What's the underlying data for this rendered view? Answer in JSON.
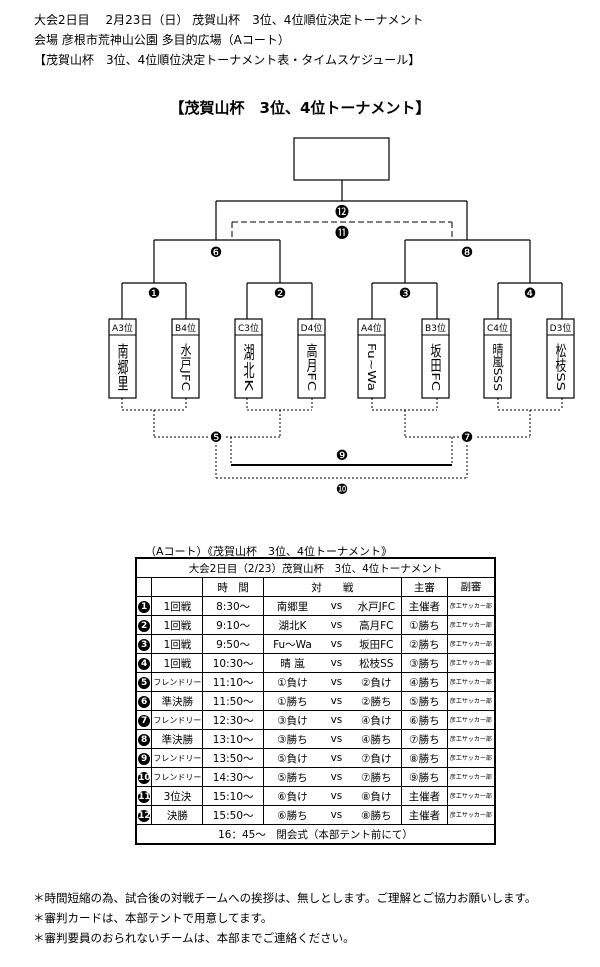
{
  "header": {
    "line1": "大会2日目　 2月23日（日）  茂賀山杯　3位、4位順位決定トーナメント",
    "line2": "会場  彦根市荒神山公園 多目的広場（Aコート）",
    "line3": "【茂賀山杯　3位、4位順位決定トーナメント表・タイムスケジュール】"
  },
  "bracket": {
    "title": "【茂賀山杯　3位、4位トーナメント】",
    "teams": [
      {
        "seed": "A3位",
        "name": "南郷里"
      },
      {
        "seed": "B4位",
        "name": "水戸JFC"
      },
      {
        "seed": "C3位",
        "name": "湖北K"
      },
      {
        "seed": "D4位",
        "name": "高月FC"
      },
      {
        "seed": "A4位",
        "name": "Fu~Wa"
      },
      {
        "seed": "B3位",
        "name": "坂田FC"
      },
      {
        "seed": "C4位",
        "name": "晴嵐SSS"
      },
      {
        "seed": "D3位",
        "name": "松枝SS"
      }
    ],
    "match_numbers": {
      "m1": "❶",
      "m2": "❷",
      "m3": "❸",
      "m4": "❹",
      "m5": "❺",
      "m6": "❻",
      "m7": "❼",
      "m8": "❽",
      "m9": "❾",
      "m10": "❿",
      "m11": "⓫",
      "m12": "⓬"
    }
  },
  "schedule": {
    "caption": "（Aコート）《茂賀山杯　3位、4位トーナメント》",
    "title": "大会2日目（2/23）茂賀山杯　3位、4位トーナメント",
    "headers": {
      "time": "時　間",
      "match": "対　　戦",
      "referee": "主審",
      "sub_referee": "副審"
    },
    "rows": [
      {
        "no": "1",
        "round": "1回戦",
        "time": "8:30～",
        "team_a": "南郷里",
        "vs": "vs",
        "team_b": "水戸JFC",
        "referee": "主催者",
        "sub_referee": "彦工サッカー部"
      },
      {
        "no": "2",
        "round": "1回戦",
        "time": "9:10～",
        "team_a": "湖北K",
        "vs": "vs",
        "team_b": "高月FC",
        "referee": "①勝ち",
        "sub_referee": "彦工サッカー部"
      },
      {
        "no": "3",
        "round": "1回戦",
        "time": "9:50～",
        "team_a": "Fu～Wa",
        "vs": "vs",
        "team_b": "坂田FC",
        "referee": "②勝ち",
        "sub_referee": "彦工サッカー部"
      },
      {
        "no": "4",
        "round": "1回戦",
        "time": "10:30～",
        "team_a": "晴 嵐",
        "vs": "vs",
        "team_b": "松枝SS",
        "referee": "③勝ち",
        "sub_referee": "彦工サッカー部"
      },
      {
        "no": "5",
        "round": "フレンドリー",
        "time": "11:10～",
        "team_a": "①負け",
        "vs": "vs",
        "team_b": "②負け",
        "referee": "④勝ち",
        "sub_referee": "彦工サッカー部"
      },
      {
        "no": "6",
        "round": "準決勝",
        "time": "11:50～",
        "team_a": "①勝ち",
        "vs": "vs",
        "team_b": "②勝ち",
        "referee": "⑤勝ち",
        "sub_referee": "彦工サッカー部"
      },
      {
        "no": "7",
        "round": "フレンドリー",
        "time": "12:30～",
        "team_a": "③負け",
        "vs": "vs",
        "team_b": "④負け",
        "referee": "⑥勝ち",
        "sub_referee": "彦工サッカー部"
      },
      {
        "no": "8",
        "round": "準決勝",
        "time": "13:10～",
        "team_a": "③勝ち",
        "vs": "vs",
        "team_b": "④勝ち",
        "referee": "⑦勝ち",
        "sub_referee": "彦工サッカー部"
      },
      {
        "no": "9",
        "round": "フレンドリー",
        "time": "13:50～",
        "team_a": "⑤負け",
        "vs": "vs",
        "team_b": "⑦負け",
        "referee": "⑧勝ち",
        "sub_referee": "彦工サッカー部"
      },
      {
        "no": "10",
        "round": "フレンドリー",
        "time": "14:30～",
        "team_a": "⑤勝ち",
        "vs": "vs",
        "team_b": "⑦勝ち",
        "referee": "⑨勝ち",
        "sub_referee": "彦工サッカー部"
      },
      {
        "no": "11",
        "round": "3位決",
        "time": "15:10～",
        "team_a": "⑥負け",
        "vs": "vs",
        "team_b": "⑧負け",
        "referee": "主催者",
        "sub_referee": "彦工サッカー部"
      },
      {
        "no": "12",
        "round": "決勝",
        "time": "15:50～",
        "team_a": "⑥勝ち",
        "vs": "vs",
        "team_b": "⑧勝ち",
        "referee": "主催者",
        "sub_referee": "彦工サッカー部"
      }
    ],
    "footer": "16：45～　閉会式（本部テント前にて）"
  },
  "notes": [
    "＊時間短縮の為、試合後の対戦チームへの挨拶は、無しとします。ご理解とご協力お願いします。",
    "＊審判カードは、本部テントで用意してます。",
    "＊審判要員のおられないチームは、本部までご連絡ください。"
  ]
}
